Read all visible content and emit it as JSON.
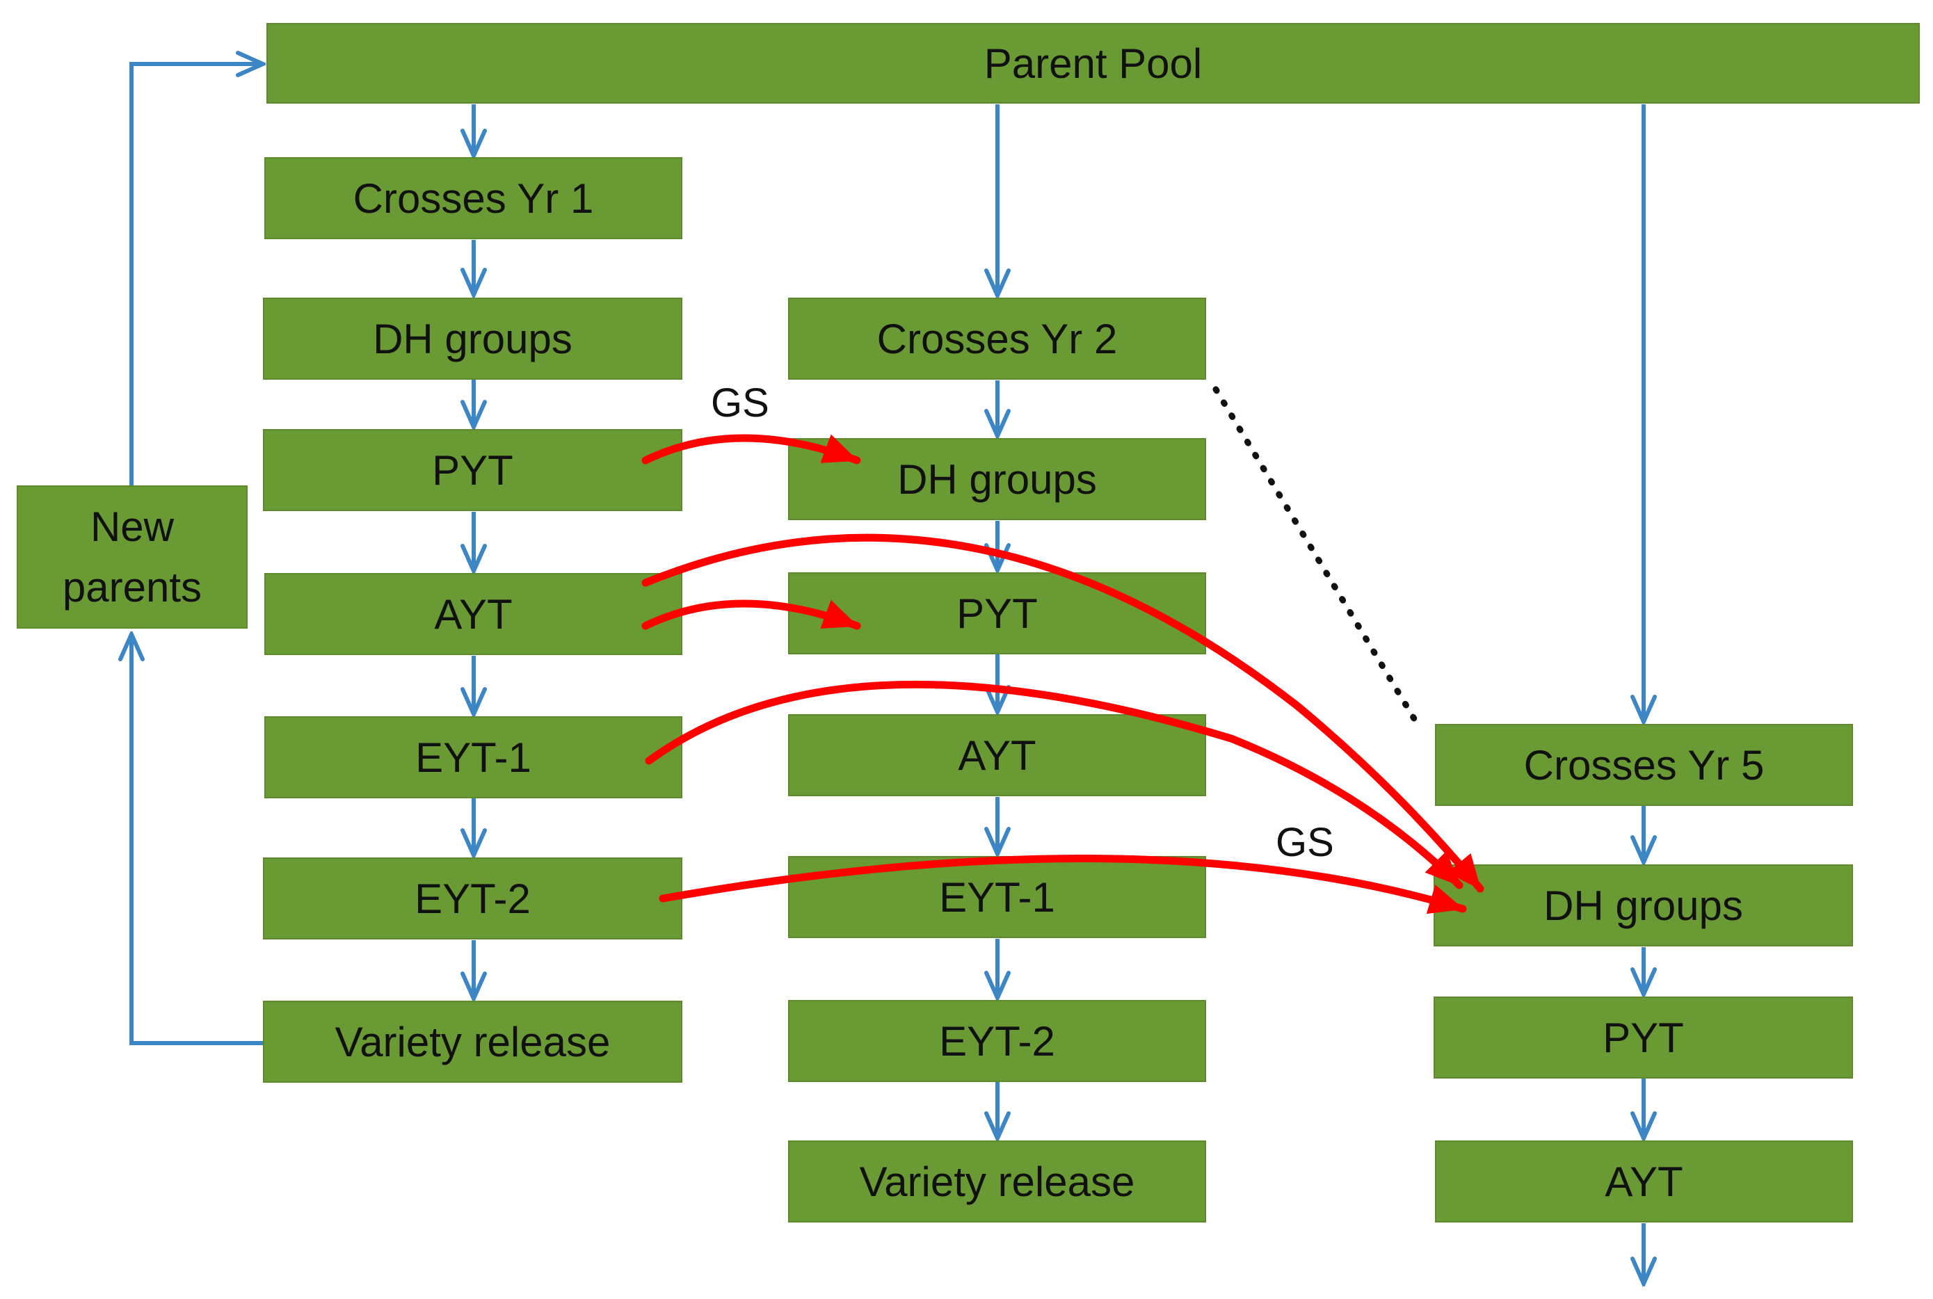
{
  "colors": {
    "box_fill": "#6a9a34",
    "box_border": "#5e8a2c",
    "flow_arrow": "#3d86c6",
    "gs_arrow": "#ff0000",
    "dotted_line": "#111111",
    "text": "#111111"
  },
  "parent_pool": "Parent Pool",
  "new_parents": "New\nparents",
  "column_1": {
    "crosses": "Crosses Yr 1",
    "dh_groups": "DH groups",
    "pyt": "PYT",
    "ayt": "AYT",
    "eyt1": "EYT-1",
    "eyt2": "EYT-2",
    "variety_release": "Variety release"
  },
  "column_2": {
    "crosses": "Crosses Yr 2",
    "dh_groups": "DH groups",
    "pyt": "PYT",
    "ayt": "AYT",
    "eyt1": "EYT-1",
    "eyt2": "EYT-2",
    "variety_release": "Variety release"
  },
  "column_3": {
    "crosses": "Crosses Yr 5",
    "dh_groups": "DH groups",
    "pyt": "PYT",
    "ayt": "AYT"
  },
  "gs_labels": {
    "top": "GS",
    "bottom": "GS"
  }
}
